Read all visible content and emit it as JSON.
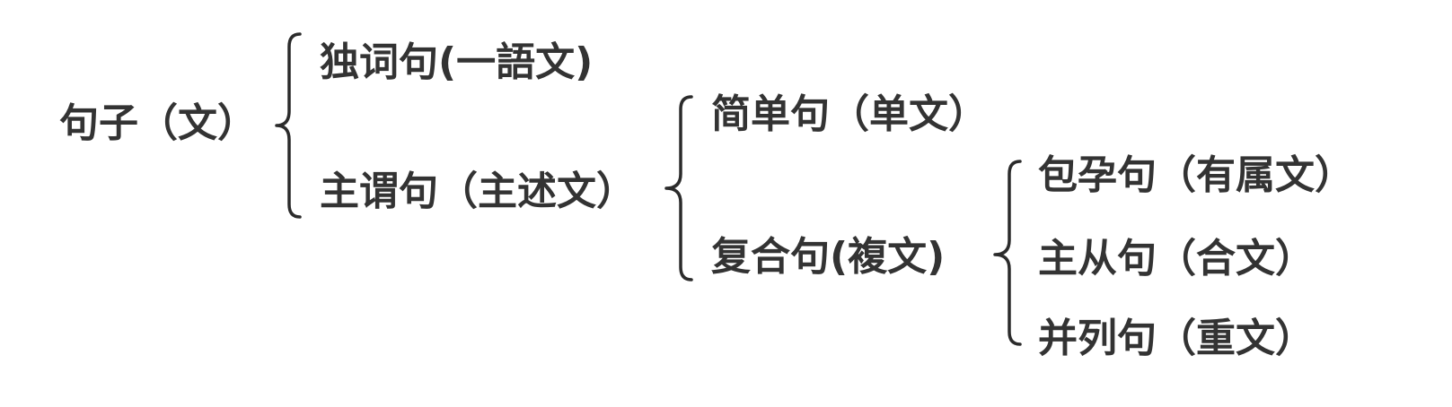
{
  "diagram": {
    "root": "句子（文）",
    "level1": {
      "one_word": "独词句(一語文)",
      "subject_predicate": "主谓句（主述文）"
    },
    "level2": {
      "simple": "简单句（单文）",
      "compound": "复合句(複文)"
    },
    "level3": {
      "embedded": "包孕句（有属文）",
      "subordinate": "主从句（合文）",
      "coordinate": "并列句（重文）"
    }
  }
}
